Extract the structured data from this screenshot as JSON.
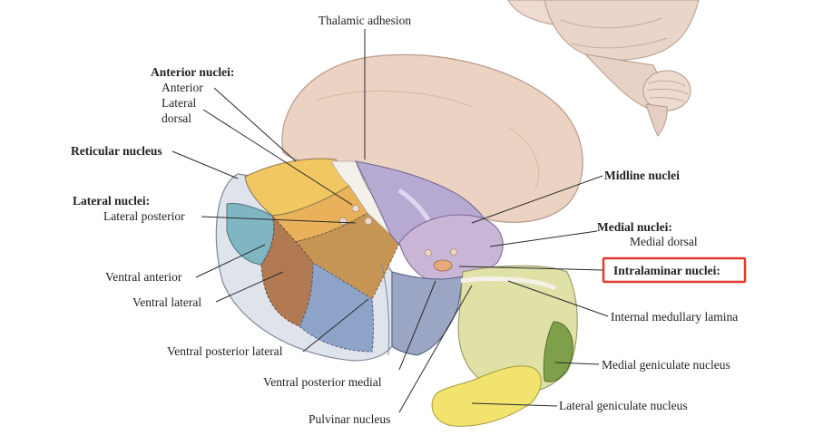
{
  "labels": {
    "thalamic_adhesion": "Thalamic adhesion",
    "anterior_nuclei": "Anterior nuclei:",
    "anterior": "Anterior",
    "lateral": "Lateral",
    "dorsal": "dorsal",
    "reticular_nucleus": "Reticular nucleus",
    "lateral_nuclei": "Lateral nuclei:",
    "lateral_posterior": "Lateral posterior",
    "ventral_anterior": "Ventral anterior",
    "ventral_lateral": "Ventral lateral",
    "ventral_posterior_lateral": "Ventral posterior lateral",
    "ventral_posterior_medial": "Ventral posterior medial",
    "pulvinar_nucleus": "Pulvinar nucleus",
    "midline_nuclei": "Midline nuclei",
    "medial_nuclei": "Medial nuclei:",
    "medial_dorsal": "Medial dorsal",
    "intralaminar_nuclei": "Intralaminar nuclei:",
    "internal_medullary_lamina": "Internal medullary lamina",
    "medial_geniculate_nucleus": "Medial geniculate nucleus",
    "lateral_geniculate_nucleus": "Lateral geniculate nucleus"
  },
  "highlight": {
    "target": "intralaminar_nuclei",
    "color": "#e0392b"
  },
  "colors": {
    "thalamus_top": "#ebd2c2",
    "anterior": "#f1c761",
    "lateral_posterior": "#c79553",
    "ventral_anterior": "#7fb6c2",
    "ventral_lateral": "#b27a52",
    "ventral_posterior": "#8ea3c8",
    "medial": "#b6aad2",
    "pulvinar": "#dfe1a6",
    "medial_geniculate": "#7fa04a",
    "lateral_geniculate": "#f1e36e",
    "reticular": "#dfe4ec"
  }
}
